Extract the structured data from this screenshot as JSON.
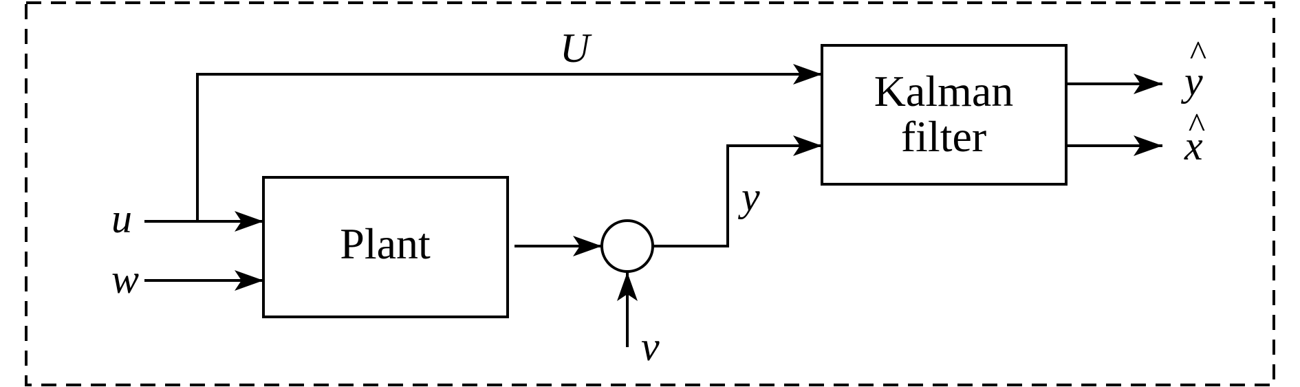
{
  "diagram": {
    "blocks": {
      "plant": {
        "label": "Plant"
      },
      "kalman": {
        "line1": "Kalman",
        "line2": "filter"
      }
    },
    "signals": {
      "u": "u",
      "w": "w",
      "U": "U",
      "y": "y",
      "v": "v",
      "y_hat": "y",
      "x_hat": "x",
      "hat_glyph": "^"
    },
    "connections": [
      {
        "from": "u",
        "to": "plant"
      },
      {
        "from": "u",
        "to": "kalman",
        "label": "U"
      },
      {
        "from": "w",
        "to": "plant"
      },
      {
        "from": "plant",
        "to": "sum-junction"
      },
      {
        "from": "v",
        "to": "sum-junction"
      },
      {
        "from": "sum-junction",
        "to": "kalman",
        "label": "y"
      },
      {
        "from": "kalman",
        "to": "y_hat"
      },
      {
        "from": "kalman",
        "to": "x_hat"
      }
    ]
  }
}
